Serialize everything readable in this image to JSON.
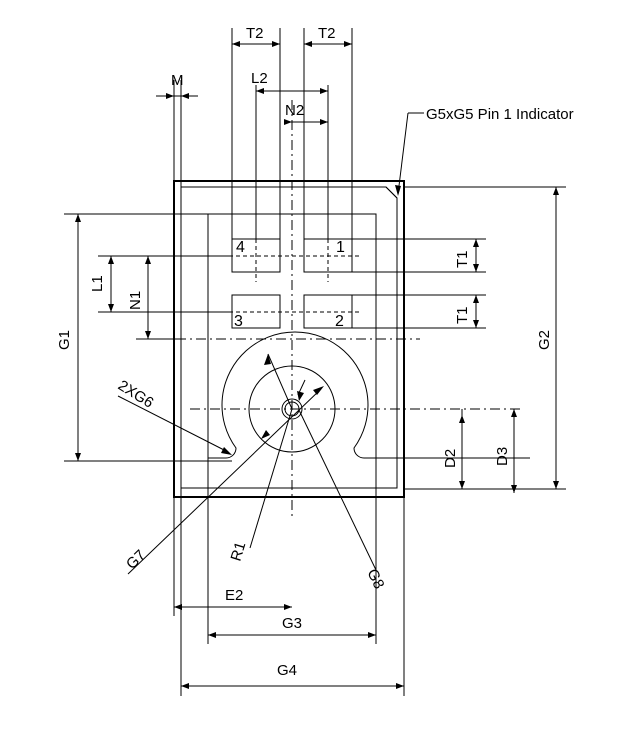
{
  "labels": {
    "t2_left": "T2",
    "t2_right": "T2",
    "m": "M",
    "l2": "L2",
    "n2": "N2",
    "indicator": "G5xG5 Pin 1 Indicator",
    "g1": "G1",
    "g2": "G2",
    "l1": "L1",
    "n1": "N1",
    "t1_top": "T1",
    "t1_bottom": "T1",
    "g6": "2XG6",
    "d2": "D2",
    "d3": "D3",
    "g7": "G7",
    "r1": "R1",
    "g8": "G8",
    "e2": "E2",
    "g3": "G3",
    "g4": "G4"
  },
  "pads": [
    "4",
    "1",
    "3",
    "2"
  ]
}
